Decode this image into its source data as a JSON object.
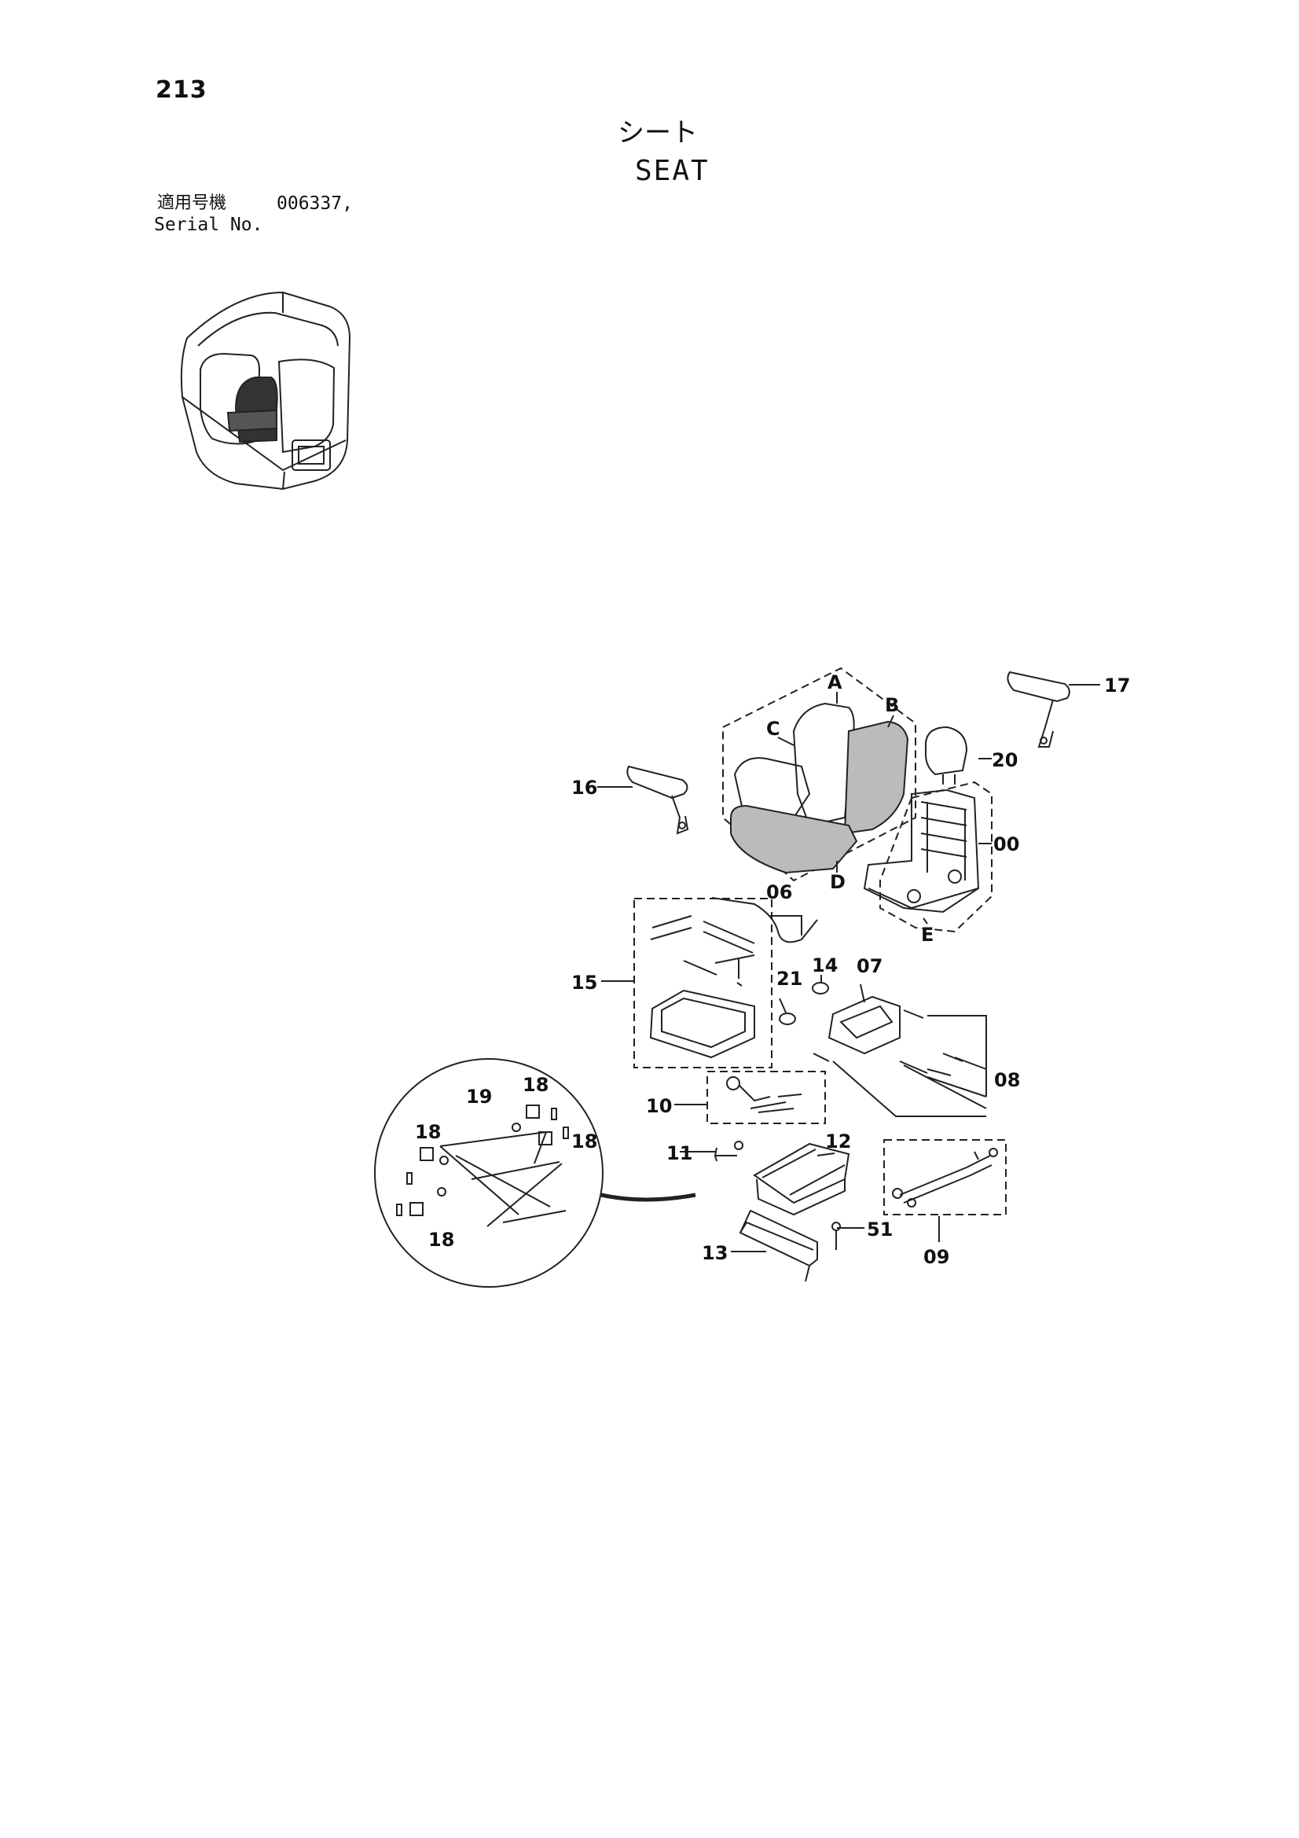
{
  "header": {
    "page_number": "213",
    "title_jp": "シート",
    "title_en": "SEAT",
    "serial_label_jp": "適用号機",
    "serial_value": "006337,",
    "serial_label_en": "Serial No."
  },
  "callouts": {
    "A": "A",
    "B": "B",
    "C": "C",
    "D": "D",
    "E": "E",
    "p00": "00",
    "p06": "06",
    "p07": "07",
    "p08": "08",
    "p09": "09",
    "p10": "10",
    "p11": "11",
    "p12": "12",
    "p13": "13",
    "p14": "14",
    "p15": "15",
    "p16": "16",
    "p17": "17",
    "p18": "18",
    "p19": "19",
    "p20": "20",
    "p21": "21",
    "p51": "51"
  }
}
